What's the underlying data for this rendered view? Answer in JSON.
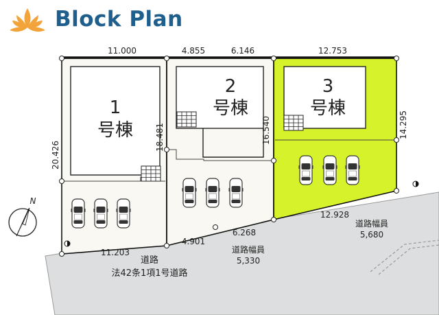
{
  "header": {
    "title": "Block Plan",
    "logo_icon": "lotus-flower-icon",
    "logo_color": "#f2a33a",
    "title_color": "#1f5f8e"
  },
  "colors": {
    "highlight_lot": "#d6f22a",
    "lot_fill": "#faf8f2",
    "road_fill": "#dcdedf",
    "boundary": "#111111"
  },
  "lots": [
    {
      "number": "1",
      "suffix": "号棟"
    },
    {
      "number": "2",
      "suffix": "号棟"
    },
    {
      "number": "3",
      "suffix": "号棟"
    }
  ],
  "dimensions": {
    "lot1_top": "11.000",
    "lot2_top_left": "4.855",
    "lot2_top_right": "6.146",
    "lot3_top": "12.753",
    "lot1_left": "20.426",
    "lot1_right": "18.481",
    "lot2_right": "16.540",
    "lot3_right": "14.295",
    "lot1_bottom": "11.203",
    "lot2_bottom_left": "4.901",
    "lot2_bottom_right": "6.268",
    "lot3_bottom": "12.928"
  },
  "road": {
    "name": "道路",
    "designation": "法42条1項1号道路",
    "width_label_1": "道路幅員",
    "width_value_1": "5,330",
    "width_label_2": "道路幅員",
    "width_value_2": "5,680"
  },
  "compass": {
    "label": "N"
  }
}
